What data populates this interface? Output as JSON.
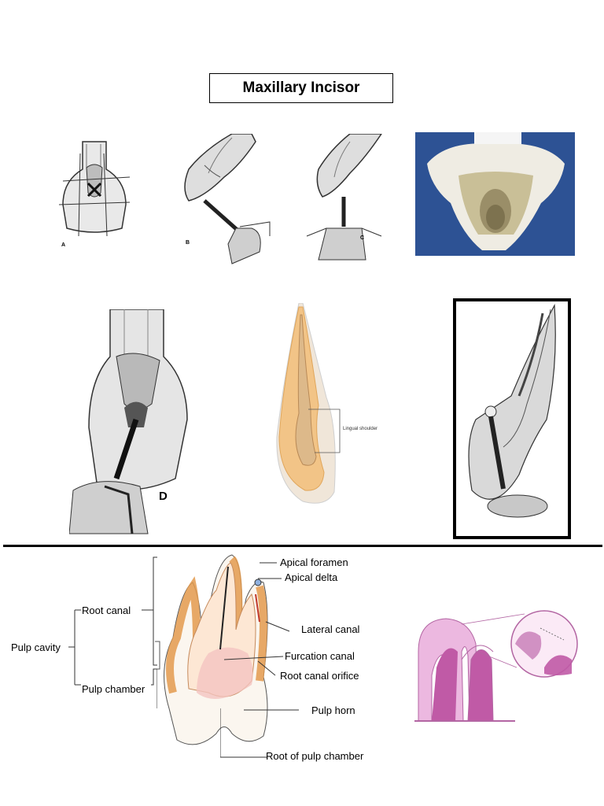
{
  "title": "Maxillary Incisor",
  "figure_letters": {
    "a": "A",
    "b": "B",
    "c": "C",
    "d": "D"
  },
  "lingual_shoulder": "Lingual shoulder",
  "anatomy_labels": {
    "apical_foramen": "Apical foramen",
    "apical_delta": "Apical delta",
    "root_canal": "Root canal",
    "lateral_canal": "Lateral canal",
    "pulp_cavity": "Pulp cavity",
    "furcation_canal": "Furcation canal",
    "root_canal_orifice": "Root canal orifice",
    "pulp_chamber": "Pulp chamber",
    "pulp_horn": "Pulp horn",
    "root_of_pulp_chamber": "Root of pulp chamber"
  },
  "colors": {
    "photo_bg": "#2a4f8f",
    "pulp_orange": "#e8a35a",
    "pulp_pink": "#d47fbf"
  }
}
